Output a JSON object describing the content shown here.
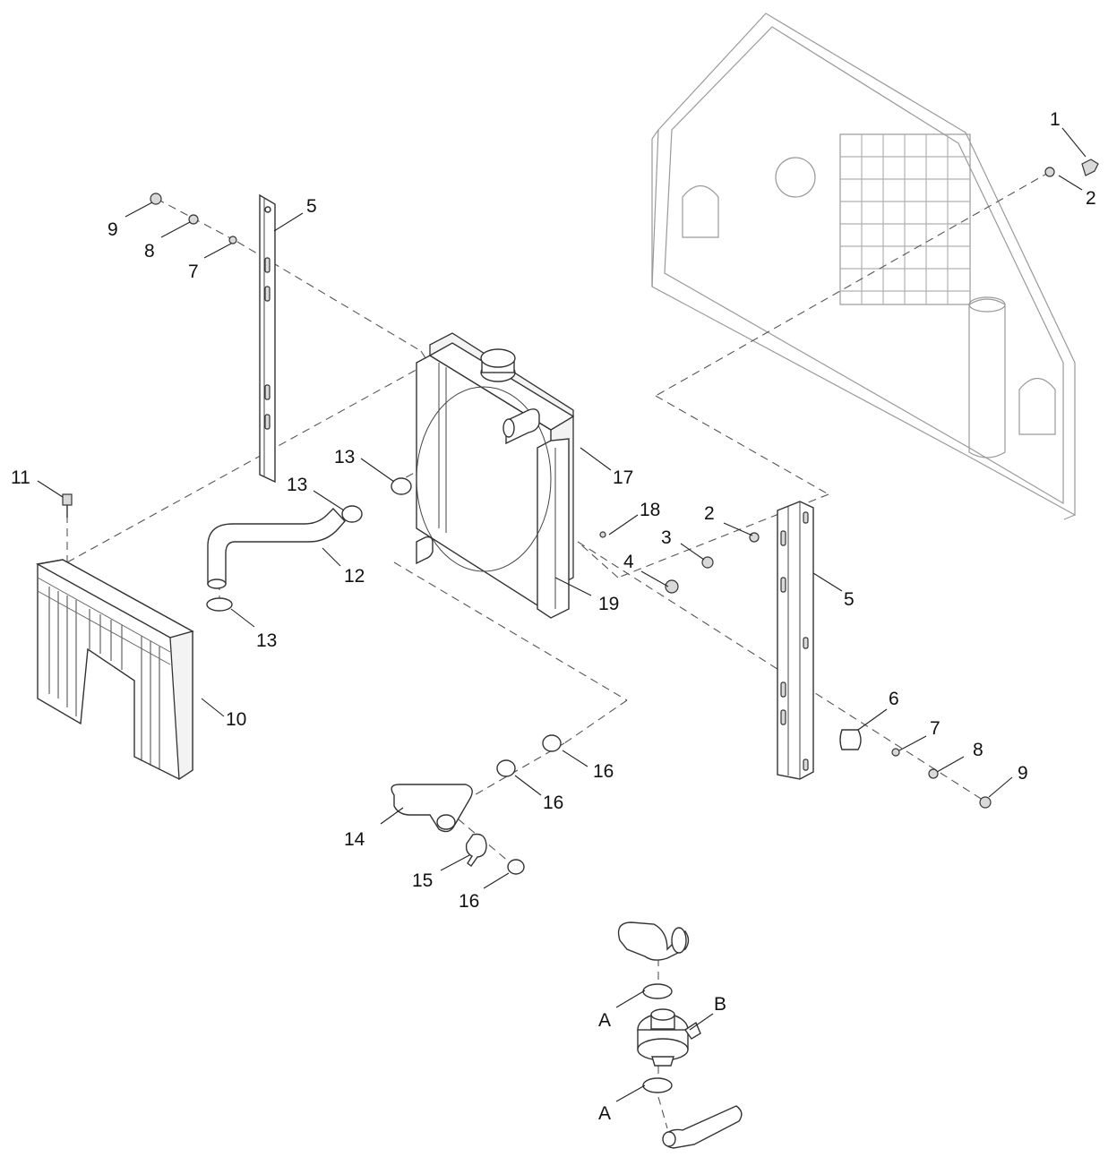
{
  "callouts": [
    {
      "id": "c1",
      "text": "1"
    },
    {
      "id": "c2a",
      "text": "2"
    },
    {
      "id": "c2b",
      "text": "2"
    },
    {
      "id": "c3",
      "text": "3"
    },
    {
      "id": "c4",
      "text": "4"
    },
    {
      "id": "c5a",
      "text": "5"
    },
    {
      "id": "c5b",
      "text": "5"
    },
    {
      "id": "c6",
      "text": "6"
    },
    {
      "id": "c7a",
      "text": "7"
    },
    {
      "id": "c7b",
      "text": "7"
    },
    {
      "id": "c8a",
      "text": "8"
    },
    {
      "id": "c8b",
      "text": "8"
    },
    {
      "id": "c9a",
      "text": "9"
    },
    {
      "id": "c9b",
      "text": "9"
    },
    {
      "id": "c10",
      "text": "10"
    },
    {
      "id": "c11",
      "text": "11"
    },
    {
      "id": "c12",
      "text": "12"
    },
    {
      "id": "c13a",
      "text": "13"
    },
    {
      "id": "c13b",
      "text": "13"
    },
    {
      "id": "c13c",
      "text": "13"
    },
    {
      "id": "c14",
      "text": "14"
    },
    {
      "id": "c15",
      "text": "15"
    },
    {
      "id": "c16a",
      "text": "16"
    },
    {
      "id": "c16b",
      "text": "16"
    },
    {
      "id": "c16c",
      "text": "16"
    },
    {
      "id": "c17",
      "text": "17"
    },
    {
      "id": "c18",
      "text": "18"
    },
    {
      "id": "c19",
      "text": "19"
    },
    {
      "id": "cA1",
      "text": "A"
    },
    {
      "id": "cA2",
      "text": "A"
    },
    {
      "id": "cB",
      "text": "B"
    }
  ]
}
